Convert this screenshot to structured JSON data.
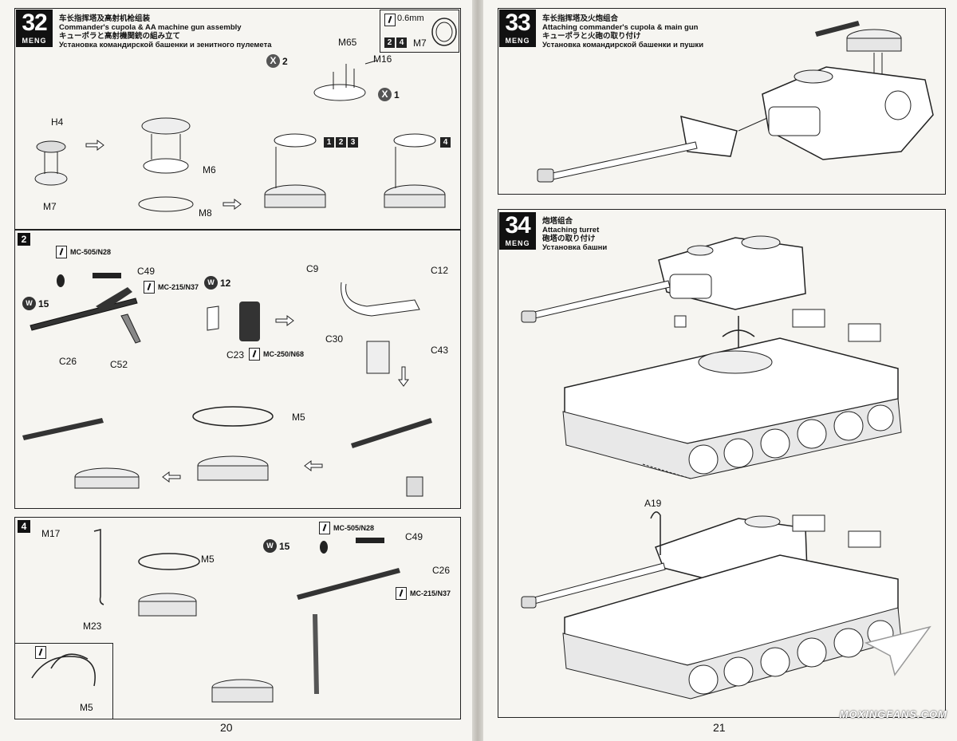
{
  "left_page": {
    "page_number": "20",
    "step32": {
      "number": "32",
      "brand": "MENG",
      "title_zh": "车长指挥塔及高射机枪组装",
      "title_en": "Commander's cupola & AA machine gun assembly",
      "title_ja": "キューポラと高射機関銃の組み立て",
      "title_ru": "Установка командирской башенки и зенитного пулемета",
      "inset_label": "0.6mm",
      "inset_part": "M7",
      "inset_seq": [
        "2",
        "4"
      ],
      "parts": [
        "M65",
        "M16",
        "H4",
        "M6",
        "M7",
        "M8"
      ],
      "x_marks": [
        {
          "sym": "X",
          "count": "2"
        },
        {
          "sym": "X",
          "count": "1"
        }
      ],
      "seq_a": [
        "1",
        "2",
        "3"
      ],
      "seq_b": [
        "4"
      ]
    },
    "sub2": {
      "number": "2",
      "paint_a": "MC-505/N28",
      "paint_b": "MC-215/N37",
      "paint_c": "MC-250/N68",
      "weathering": [
        {
          "sym": "W",
          "count": "15"
        },
        {
          "sym": "W",
          "count": "12"
        }
      ],
      "parts": [
        "C49",
        "C26",
        "C52",
        "C23",
        "C9",
        "C12",
        "C30",
        "C43",
        "M5"
      ]
    },
    "sub4": {
      "number": "4",
      "paint_a": "MC-505/N28",
      "paint_b": "MC-215/N37",
      "weathering": {
        "sym": "W",
        "count": "15"
      },
      "parts": [
        "M17",
        "M5",
        "M23",
        "C49",
        "C26",
        "M5"
      ]
    }
  },
  "right_page": {
    "page_number": "21",
    "step33": {
      "number": "33",
      "brand": "MENG",
      "title_zh": "车长指挥塔及火炮组合",
      "title_en": "Attaching commander's cupola & main gun",
      "title_ja": "キューポラと火砲の取り付け",
      "title_ru": "Установка командирской башенки и пушки"
    },
    "step34": {
      "number": "34",
      "brand": "MENG",
      "title_zh": "炮塔组合",
      "title_en": "Attaching turret",
      "title_ja": "砲塔の取り付け",
      "title_ru": "Установка башни",
      "part": "A19"
    },
    "watermark": "MOXINGFANS.COM"
  }
}
